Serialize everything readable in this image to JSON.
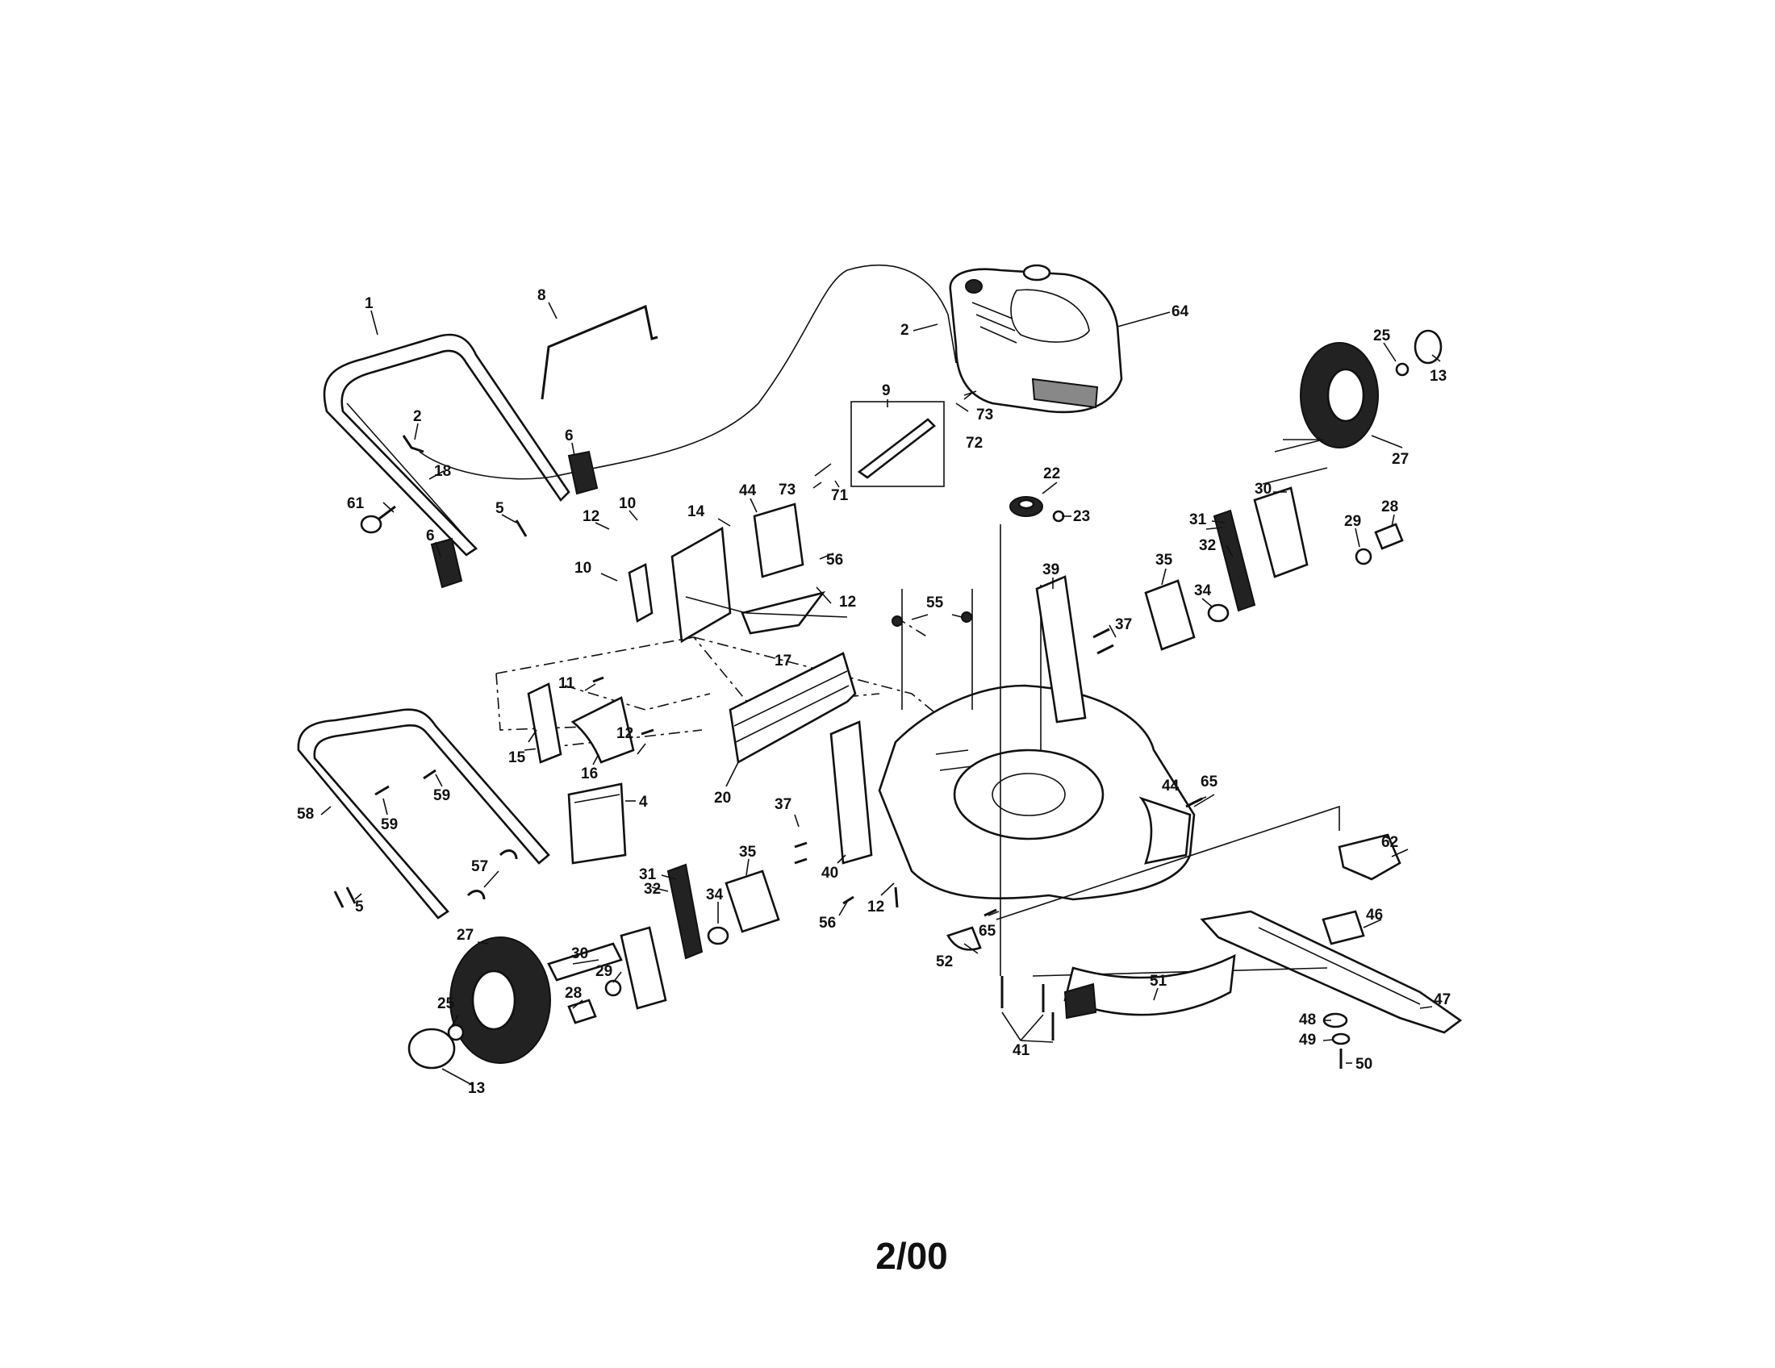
{
  "diagram": {
    "footer_date": "2/00",
    "labels": [
      {
        "id": "1",
        "text": "1"
      },
      {
        "id": "8",
        "text": "8"
      },
      {
        "id": "2a",
        "text": "2"
      },
      {
        "id": "2b",
        "text": "2"
      },
      {
        "id": "18",
        "text": "18"
      },
      {
        "id": "6a",
        "text": "6"
      },
      {
        "id": "6b",
        "text": "6"
      },
      {
        "id": "61",
        "text": "61"
      },
      {
        "id": "5a",
        "text": "5"
      },
      {
        "id": "5b",
        "text": "5"
      },
      {
        "id": "10a",
        "text": "10"
      },
      {
        "id": "10b",
        "text": "10"
      },
      {
        "id": "12a",
        "text": "12"
      },
      {
        "id": "12b",
        "text": "12"
      },
      {
        "id": "12c",
        "text": "12"
      },
      {
        "id": "12d",
        "text": "12"
      },
      {
        "id": "14",
        "text": "14"
      },
      {
        "id": "44a",
        "text": "44"
      },
      {
        "id": "44b",
        "text": "44"
      },
      {
        "id": "56a",
        "text": "56"
      },
      {
        "id": "56b",
        "text": "56"
      },
      {
        "id": "17",
        "text": "17"
      },
      {
        "id": "9",
        "text": "9"
      },
      {
        "id": "73a",
        "text": "73"
      },
      {
        "id": "73b",
        "text": "73"
      },
      {
        "id": "71",
        "text": "71"
      },
      {
        "id": "72",
        "text": "72"
      },
      {
        "id": "64",
        "text": "64"
      },
      {
        "id": "25a",
        "text": "25"
      },
      {
        "id": "25b",
        "text": "25"
      },
      {
        "id": "13a",
        "text": "13"
      },
      {
        "id": "13b",
        "text": "13"
      },
      {
        "id": "27a",
        "text": "27"
      },
      {
        "id": "27b",
        "text": "27"
      },
      {
        "id": "22",
        "text": "22"
      },
      {
        "id": "23",
        "text": "23"
      },
      {
        "id": "30a",
        "text": "30"
      },
      {
        "id": "30b",
        "text": "30"
      },
      {
        "id": "31a",
        "text": "31"
      },
      {
        "id": "31b",
        "text": "31"
      },
      {
        "id": "32a",
        "text": "32"
      },
      {
        "id": "32b",
        "text": "32"
      },
      {
        "id": "29a",
        "text": "29"
      },
      {
        "id": "29b",
        "text": "29"
      },
      {
        "id": "28a",
        "text": "28"
      },
      {
        "id": "28b",
        "text": "28"
      },
      {
        "id": "35a",
        "text": "35"
      },
      {
        "id": "35b",
        "text": "35"
      },
      {
        "id": "34a",
        "text": "34"
      },
      {
        "id": "34b",
        "text": "34"
      },
      {
        "id": "39",
        "text": "39"
      },
      {
        "id": "37a",
        "text": "37"
      },
      {
        "id": "37b",
        "text": "37"
      },
      {
        "id": "55",
        "text": "55"
      },
      {
        "id": "11",
        "text": "11"
      },
      {
        "id": "15",
        "text": "15"
      },
      {
        "id": "16",
        "text": "16"
      },
      {
        "id": "20",
        "text": "20"
      },
      {
        "id": "58",
        "text": "58"
      },
      {
        "id": "59a",
        "text": "59"
      },
      {
        "id": "59b",
        "text": "59"
      },
      {
        "id": "4",
        "text": "4"
      },
      {
        "id": "57",
        "text": "57"
      },
      {
        "id": "40",
        "text": "40"
      },
      {
        "id": "65a",
        "text": "65"
      },
      {
        "id": "65b",
        "text": "65"
      },
      {
        "id": "62",
        "text": "62"
      },
      {
        "id": "46",
        "text": "46"
      },
      {
        "id": "47",
        "text": "47"
      },
      {
        "id": "48",
        "text": "48"
      },
      {
        "id": "49",
        "text": "49"
      },
      {
        "id": "50",
        "text": "50"
      },
      {
        "id": "51",
        "text": "51"
      },
      {
        "id": "52",
        "text": "52"
      },
      {
        "id": "41",
        "text": "41"
      }
    ]
  }
}
